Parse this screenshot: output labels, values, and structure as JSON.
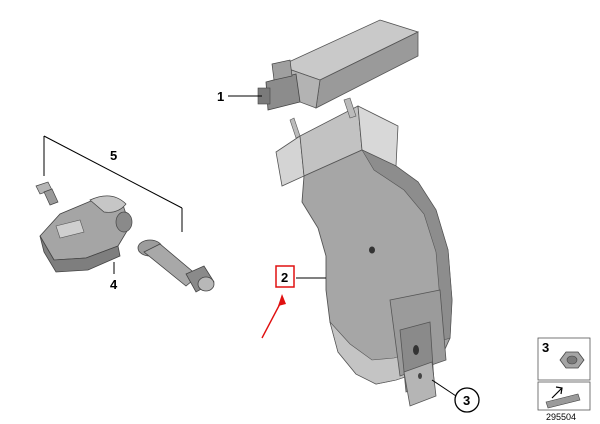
{
  "diagram": {
    "callouts": {
      "c1": "1",
      "c2": "2",
      "c3": "3",
      "c4": "4",
      "c5": "5"
    },
    "legend": {
      "nut_number": "3"
    },
    "image_number": "295504",
    "colors": {
      "part_fill": "#a9a9a9",
      "part_shade": "#7d7d7d",
      "part_light": "#cfcfcf",
      "highlight_box": "#e01010",
      "arrow": "#e01010"
    }
  }
}
